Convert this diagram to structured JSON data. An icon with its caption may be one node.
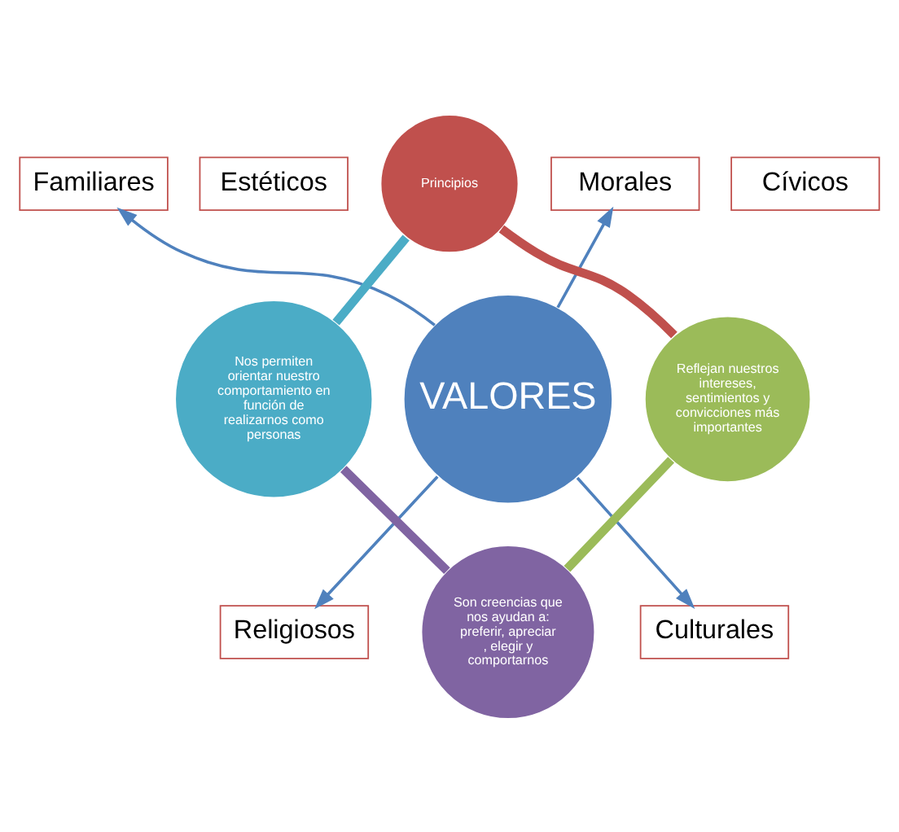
{
  "diagram": {
    "nodes": [
      {
        "text": [
          "VALORES"
        ]
      },
      {
        "text": [
          "Principios"
        ]
      },
      {
        "text": [
          "Reflejan nuestros intereses, sentimientos y convicciones más importantes"
        ]
      },
      {
        "text": [
          "Son creencias que nos ayudan a: preferir, apreciar , elegir y comportarnos"
        ]
      },
      {
        "text": [
          "Nos permiten orientar nuestro comportamiento en función de realizarnos como personas"
        ]
      },
      {
        "text": [
          "Familiares"
        ]
      },
      {
        "text": [
          "Estéticos"
        ]
      },
      {
        "text": [
          "Morales"
        ]
      },
      {
        "text": [
          "Cívicos"
        ]
      },
      {
        "text": [
          "Religiosos"
        ]
      },
      {
        "text": [
          "Culturales"
        ]
      }
    ],
    "edges": [
      {
        "from": 1,
        "to": 2,
        "arrow": "none",
        "style": "thick",
        "color": "#c0504d"
      },
      {
        "from": 2,
        "to": 3,
        "arrow": "none",
        "style": "thick",
        "color": "#9bbb59"
      },
      {
        "from": 3,
        "to": 4,
        "arrow": "none",
        "style": "thick",
        "color": "#8064a2"
      },
      {
        "from": 4,
        "to": 1,
        "arrow": "none",
        "style": "thick",
        "color": "#4bacc6"
      },
      {
        "from": 0,
        "to": 5,
        "arrow": "to",
        "color": "#4f81bd"
      },
      {
        "from": 0,
        "to": 7,
        "arrow": "to",
        "color": "#4f81bd"
      },
      {
        "from": 0,
        "to": 9,
        "arrow": "to",
        "color": "#4f81bd"
      },
      {
        "from": 0,
        "to": 10,
        "arrow": "to",
        "color": "#4f81bd"
      }
    ]
  }
}
